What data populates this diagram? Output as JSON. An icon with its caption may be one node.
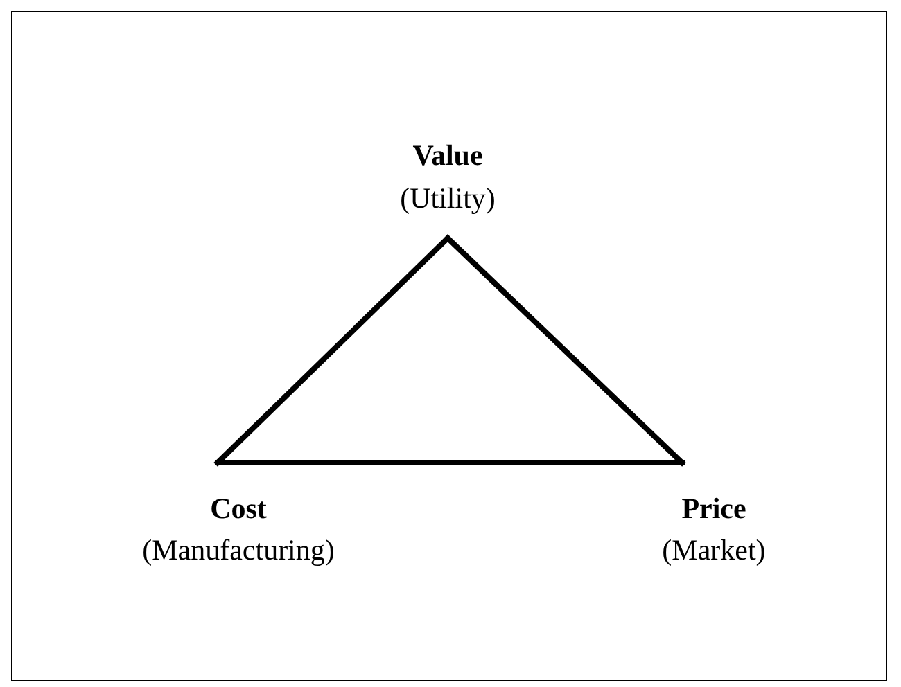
{
  "diagram": {
    "nodes": [
      {
        "text": [
          "Value",
          "(Utility)"
        ]
      },
      {
        "text": [
          "Cost",
          "(Manufacturing)"
        ]
      },
      {
        "text": [
          "Price",
          "(Market)"
        ]
      }
    ],
    "edges": [
      {
        "from": 0,
        "to": 1,
        "arrow": "none"
      },
      {
        "from": 0,
        "to": 2,
        "arrow": "none"
      },
      {
        "from": 1,
        "to": 2,
        "arrow": "none"
      }
    ]
  }
}
